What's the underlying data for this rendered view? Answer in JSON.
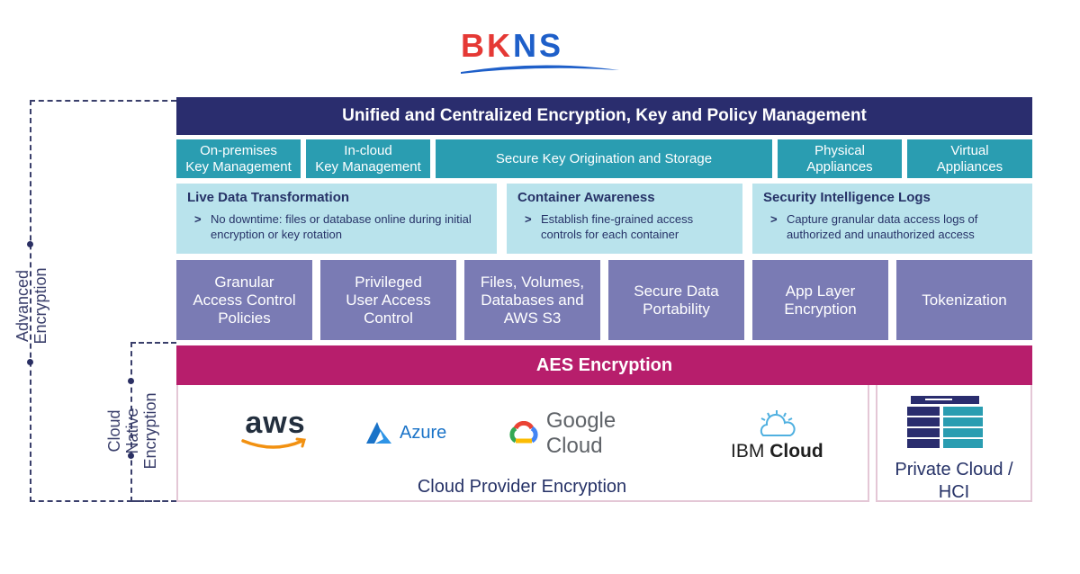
{
  "logo": {
    "letters_red": "BK",
    "letters_blue": "NS",
    "brand_red": "#e53935",
    "brand_blue": "#1e5fc9"
  },
  "side_labels": {
    "advanced_line1": "Advanced",
    "advanced_line2": "Encryption",
    "cloud_line1": "Cloud",
    "cloud_line2": "Native",
    "cloud_line3": "Encryption"
  },
  "header": {
    "title": "Unified and Centralized Encryption, Key and Policy Management"
  },
  "teal_row": [
    {
      "line1": "On-premises",
      "line2": "Key Management"
    },
    {
      "line1": "In-cloud",
      "line2": "Key Management"
    },
    {
      "line1": "Secure Key Origination and Storage",
      "line2": ""
    },
    {
      "line1": "Physical",
      "line2": "Appliances"
    },
    {
      "line1": "Virtual",
      "line2": "Appliances"
    }
  ],
  "feature_boxes": [
    {
      "title": "Live Data Transformation",
      "bullet": "No downtime: files or database online during initial encryption or key rotation"
    },
    {
      "title": "Container Awareness",
      "bullet": "Establish fine-grained access controls for each container"
    },
    {
      "title": "Security Intelligence Logs",
      "bullet": "Capture granular data access logs of authorized and unauthorized access"
    }
  ],
  "bullet_marker": ">",
  "capabilities": [
    "Granular\nAccess Control\nPolicies",
    "Privileged\nUser Access\nControl",
    "Files, Volumes,\nDatabases and\nAWS S3",
    "Secure Data\nPortability",
    "App Layer\nEncryption",
    "Tokenization"
  ],
  "aes": {
    "label": "AES Encryption"
  },
  "providers": {
    "aws": "aws",
    "azure": "Azure",
    "google": "Google Cloud",
    "ibm_prefix": "IBM",
    "ibm_suffix": "Cloud"
  },
  "captions": {
    "cloud_provider": "Cloud Provider Encryption",
    "private_line1": "Private Cloud /",
    "private_line2": "HCI"
  },
  "colors": {
    "header": "#2a2d6e",
    "teal": "#2a9db1",
    "light_blue": "#b9e3ec",
    "purple": "#7a7bb4",
    "aes": "#b71e6c"
  }
}
